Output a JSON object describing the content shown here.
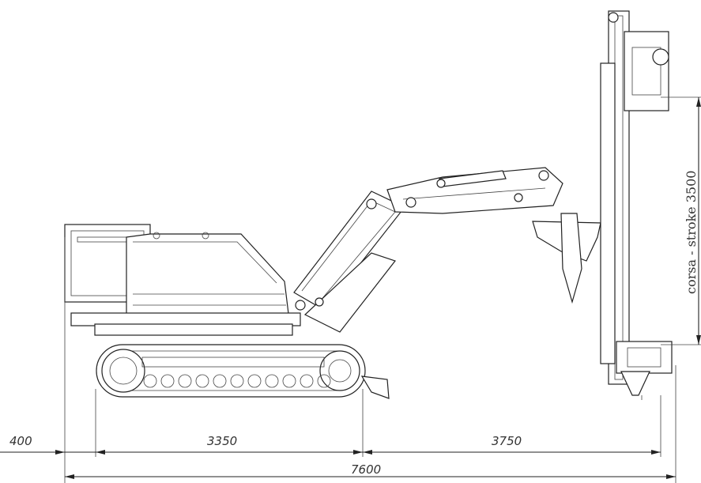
{
  "dimensions": {
    "rear_overhang": "400",
    "track_length": "3350",
    "boom_reach": "3750",
    "total_length": "7600",
    "stroke_label": "corsa - stroke 3500"
  }
}
